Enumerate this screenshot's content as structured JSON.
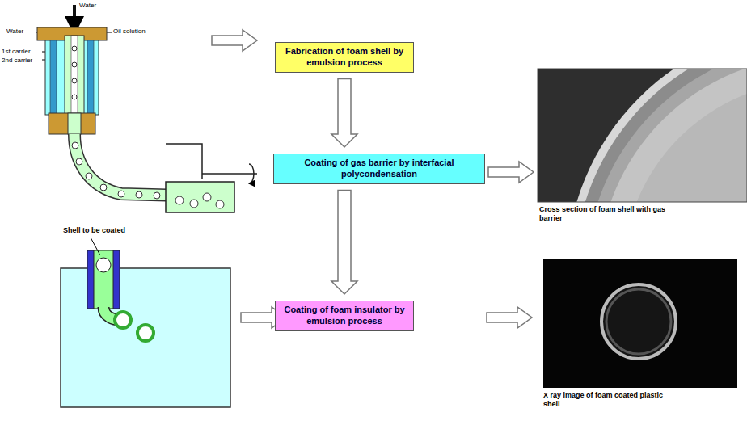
{
  "diagram": {
    "nodes": [
      {
        "text": [
          "Fabrication of foam shell by emulsion process"
        ]
      },
      {
        "text": [
          "Coating of gas barrier by interfacial polycondensation"
        ]
      },
      {
        "text": [
          "Coating of foam insulator by emulsion process"
        ]
      }
    ],
    "edges": [
      {
        "from": 0,
        "to": 1,
        "arrow": "to"
      },
      {
        "from": 1,
        "to": 2,
        "arrow": "to"
      }
    ],
    "labels": [
      "Water",
      "Water",
      "Oil solution",
      "1st carrier",
      "2nd carrier",
      "Cross section of foam shell with gas barrier",
      "Shell to be coated",
      "X ray image of foam coated plastic shell"
    ]
  }
}
